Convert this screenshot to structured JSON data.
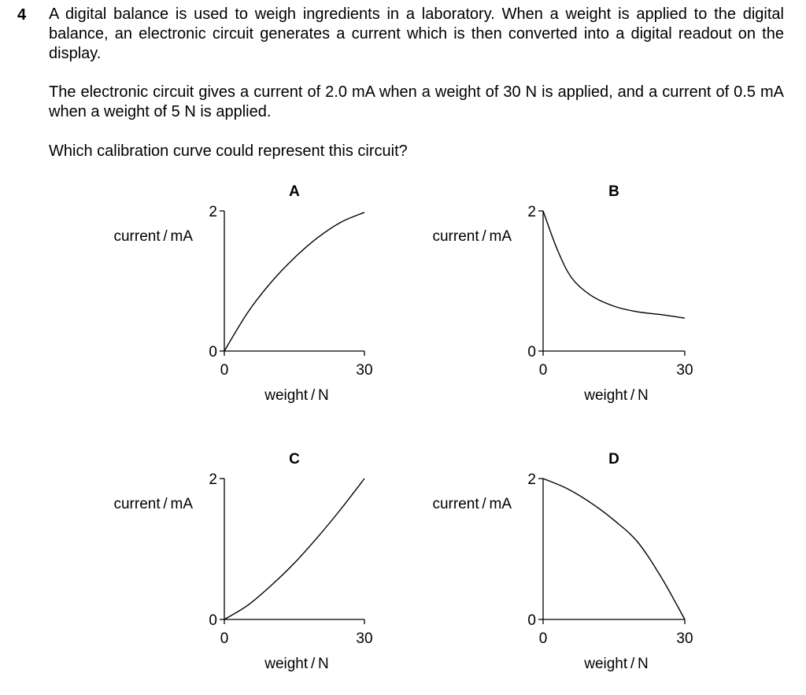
{
  "question": {
    "number": "4",
    "paragraphs": [
      "A digital balance is used to weigh ingredients in a laboratory. When a weight is applied to the digital balance, an electronic circuit generates a current which is then converted into a digital readout on the display.",
      "The electronic circuit gives a current of 2.0 mA when a weight of 30 N is applied, and a current of 0.5 mA when a weight of 5 N is applied.",
      "Which calibration curve could represent this circuit?"
    ]
  },
  "chart_data": [
    {
      "type": "line",
      "option": "A",
      "xlabel": "weight / N",
      "ylabel": "current / mA",
      "xlim": [
        0,
        30
      ],
      "ylim": [
        0,
        2
      ],
      "xticks": [
        "0",
        "30"
      ],
      "yticks": [
        "0",
        "2"
      ],
      "series": [
        {
          "x": [
            0,
            5,
            10,
            15,
            20,
            25,
            30
          ],
          "y": [
            0,
            0.55,
            0.98,
            1.33,
            1.62,
            1.84,
            1.98
          ]
        }
      ]
    },
    {
      "type": "line",
      "option": "B",
      "xlabel": "weight / N",
      "ylabel": "current / mA",
      "xlim": [
        0,
        30
      ],
      "ylim": [
        0,
        2
      ],
      "xticks": [
        "0",
        "30"
      ],
      "yticks": [
        "0",
        "2"
      ],
      "series": [
        {
          "x": [
            0,
            3,
            6,
            10,
            15,
            20,
            25,
            30
          ],
          "y": [
            2,
            1.45,
            1.05,
            0.8,
            0.64,
            0.56,
            0.52,
            0.47
          ]
        }
      ]
    },
    {
      "type": "line",
      "option": "C",
      "xlabel": "weight / N",
      "ylabel": "current / mA",
      "xlim": [
        0,
        30
      ],
      "ylim": [
        0,
        2
      ],
      "xticks": [
        "0",
        "30"
      ],
      "yticks": [
        "0",
        "2"
      ],
      "series": [
        {
          "x": [
            0,
            5,
            10,
            15,
            20,
            25,
            30
          ],
          "y": [
            0,
            0.2,
            0.48,
            0.8,
            1.17,
            1.57,
            2.0
          ]
        }
      ]
    },
    {
      "type": "line",
      "option": "D",
      "xlabel": "weight / N",
      "ylabel": "current / mA",
      "xlim": [
        0,
        30
      ],
      "ylim": [
        0,
        2
      ],
      "xticks": [
        "0",
        "30"
      ],
      "yticks": [
        "0",
        "2"
      ],
      "series": [
        {
          "x": [
            0,
            5,
            10,
            15,
            20,
            25,
            30
          ],
          "y": [
            2,
            1.86,
            1.66,
            1.41,
            1.1,
            0.6,
            0
          ]
        }
      ]
    }
  ]
}
